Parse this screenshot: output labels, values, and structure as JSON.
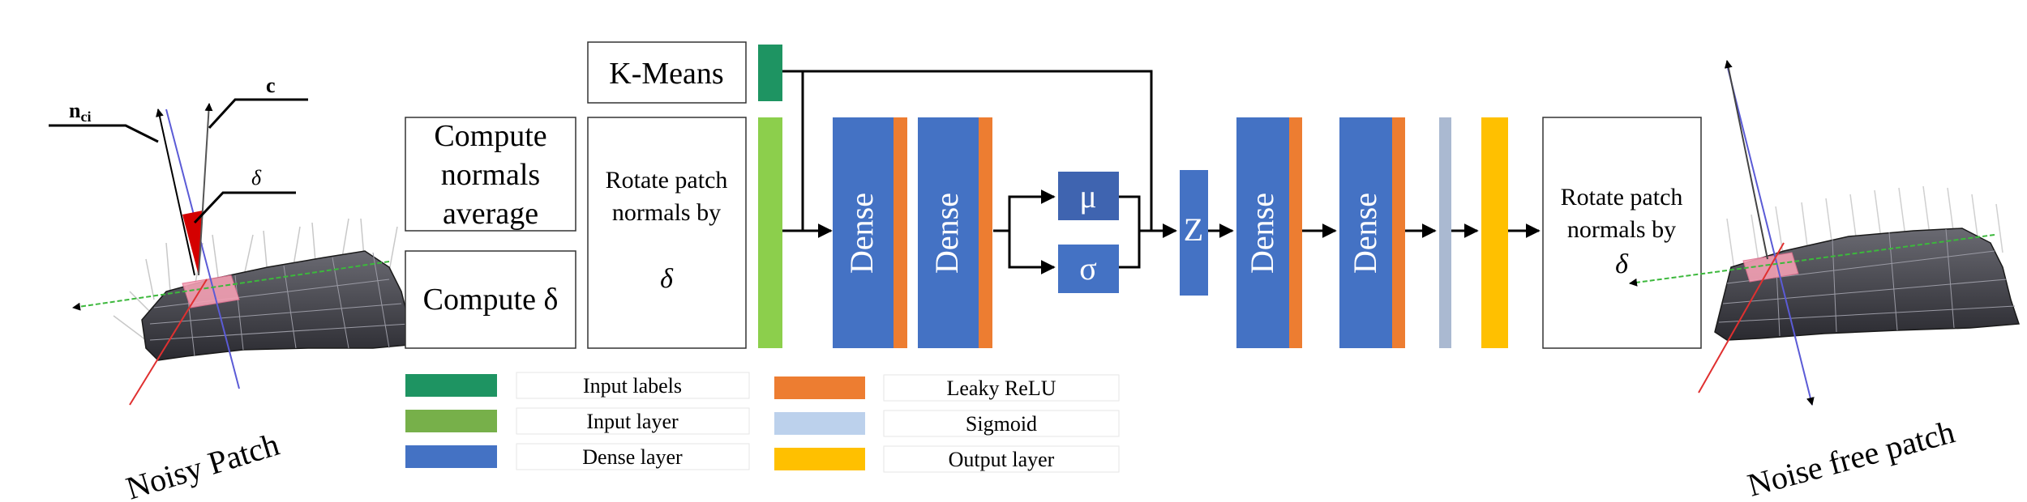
{
  "colors": {
    "input_labels": "#1e9462",
    "input_layer": "#8ccf4c",
    "dense": "#4472c4",
    "leaky": "#ed7d31",
    "sigmoid": "#aab9d1",
    "output": "#ffc000",
    "latent": "#3f64b0",
    "cone": "#d40000"
  },
  "left_patch": {
    "caption": "Noisy Patch",
    "label_n": "n",
    "label_n_sub": "ci",
    "label_c": "c",
    "label_delta": "δ"
  },
  "right_patch": {
    "caption": "Noise free patch"
  },
  "boxes": {
    "kmeans": "K-Means",
    "normals_avg": [
      "Compute",
      "normals",
      "average"
    ],
    "compute_delta": "Compute δ",
    "rotate_in": [
      "Rotate patch",
      "normals by",
      "δ"
    ],
    "rotate_out": [
      "Rotate patch",
      "normals by",
      "δ"
    ]
  },
  "layers": {
    "dense1": "Dense",
    "dense2": "Dense",
    "mu": "μ",
    "sigma": "σ",
    "z": "Z",
    "dense3": "Dense",
    "dense4": "Dense"
  },
  "legend": [
    {
      "label": "Input labels",
      "color": "#1e9462"
    },
    {
      "label": "Input layer",
      "color": "#77b04a"
    },
    {
      "label": "Dense layer",
      "color": "#4472c4"
    },
    {
      "label": "Leaky ReLU",
      "color": "#ed7d31"
    },
    {
      "label": "Sigmoid",
      "color": "#bcd1ec"
    },
    {
      "label": "Output layer",
      "color": "#ffc000"
    }
  ]
}
